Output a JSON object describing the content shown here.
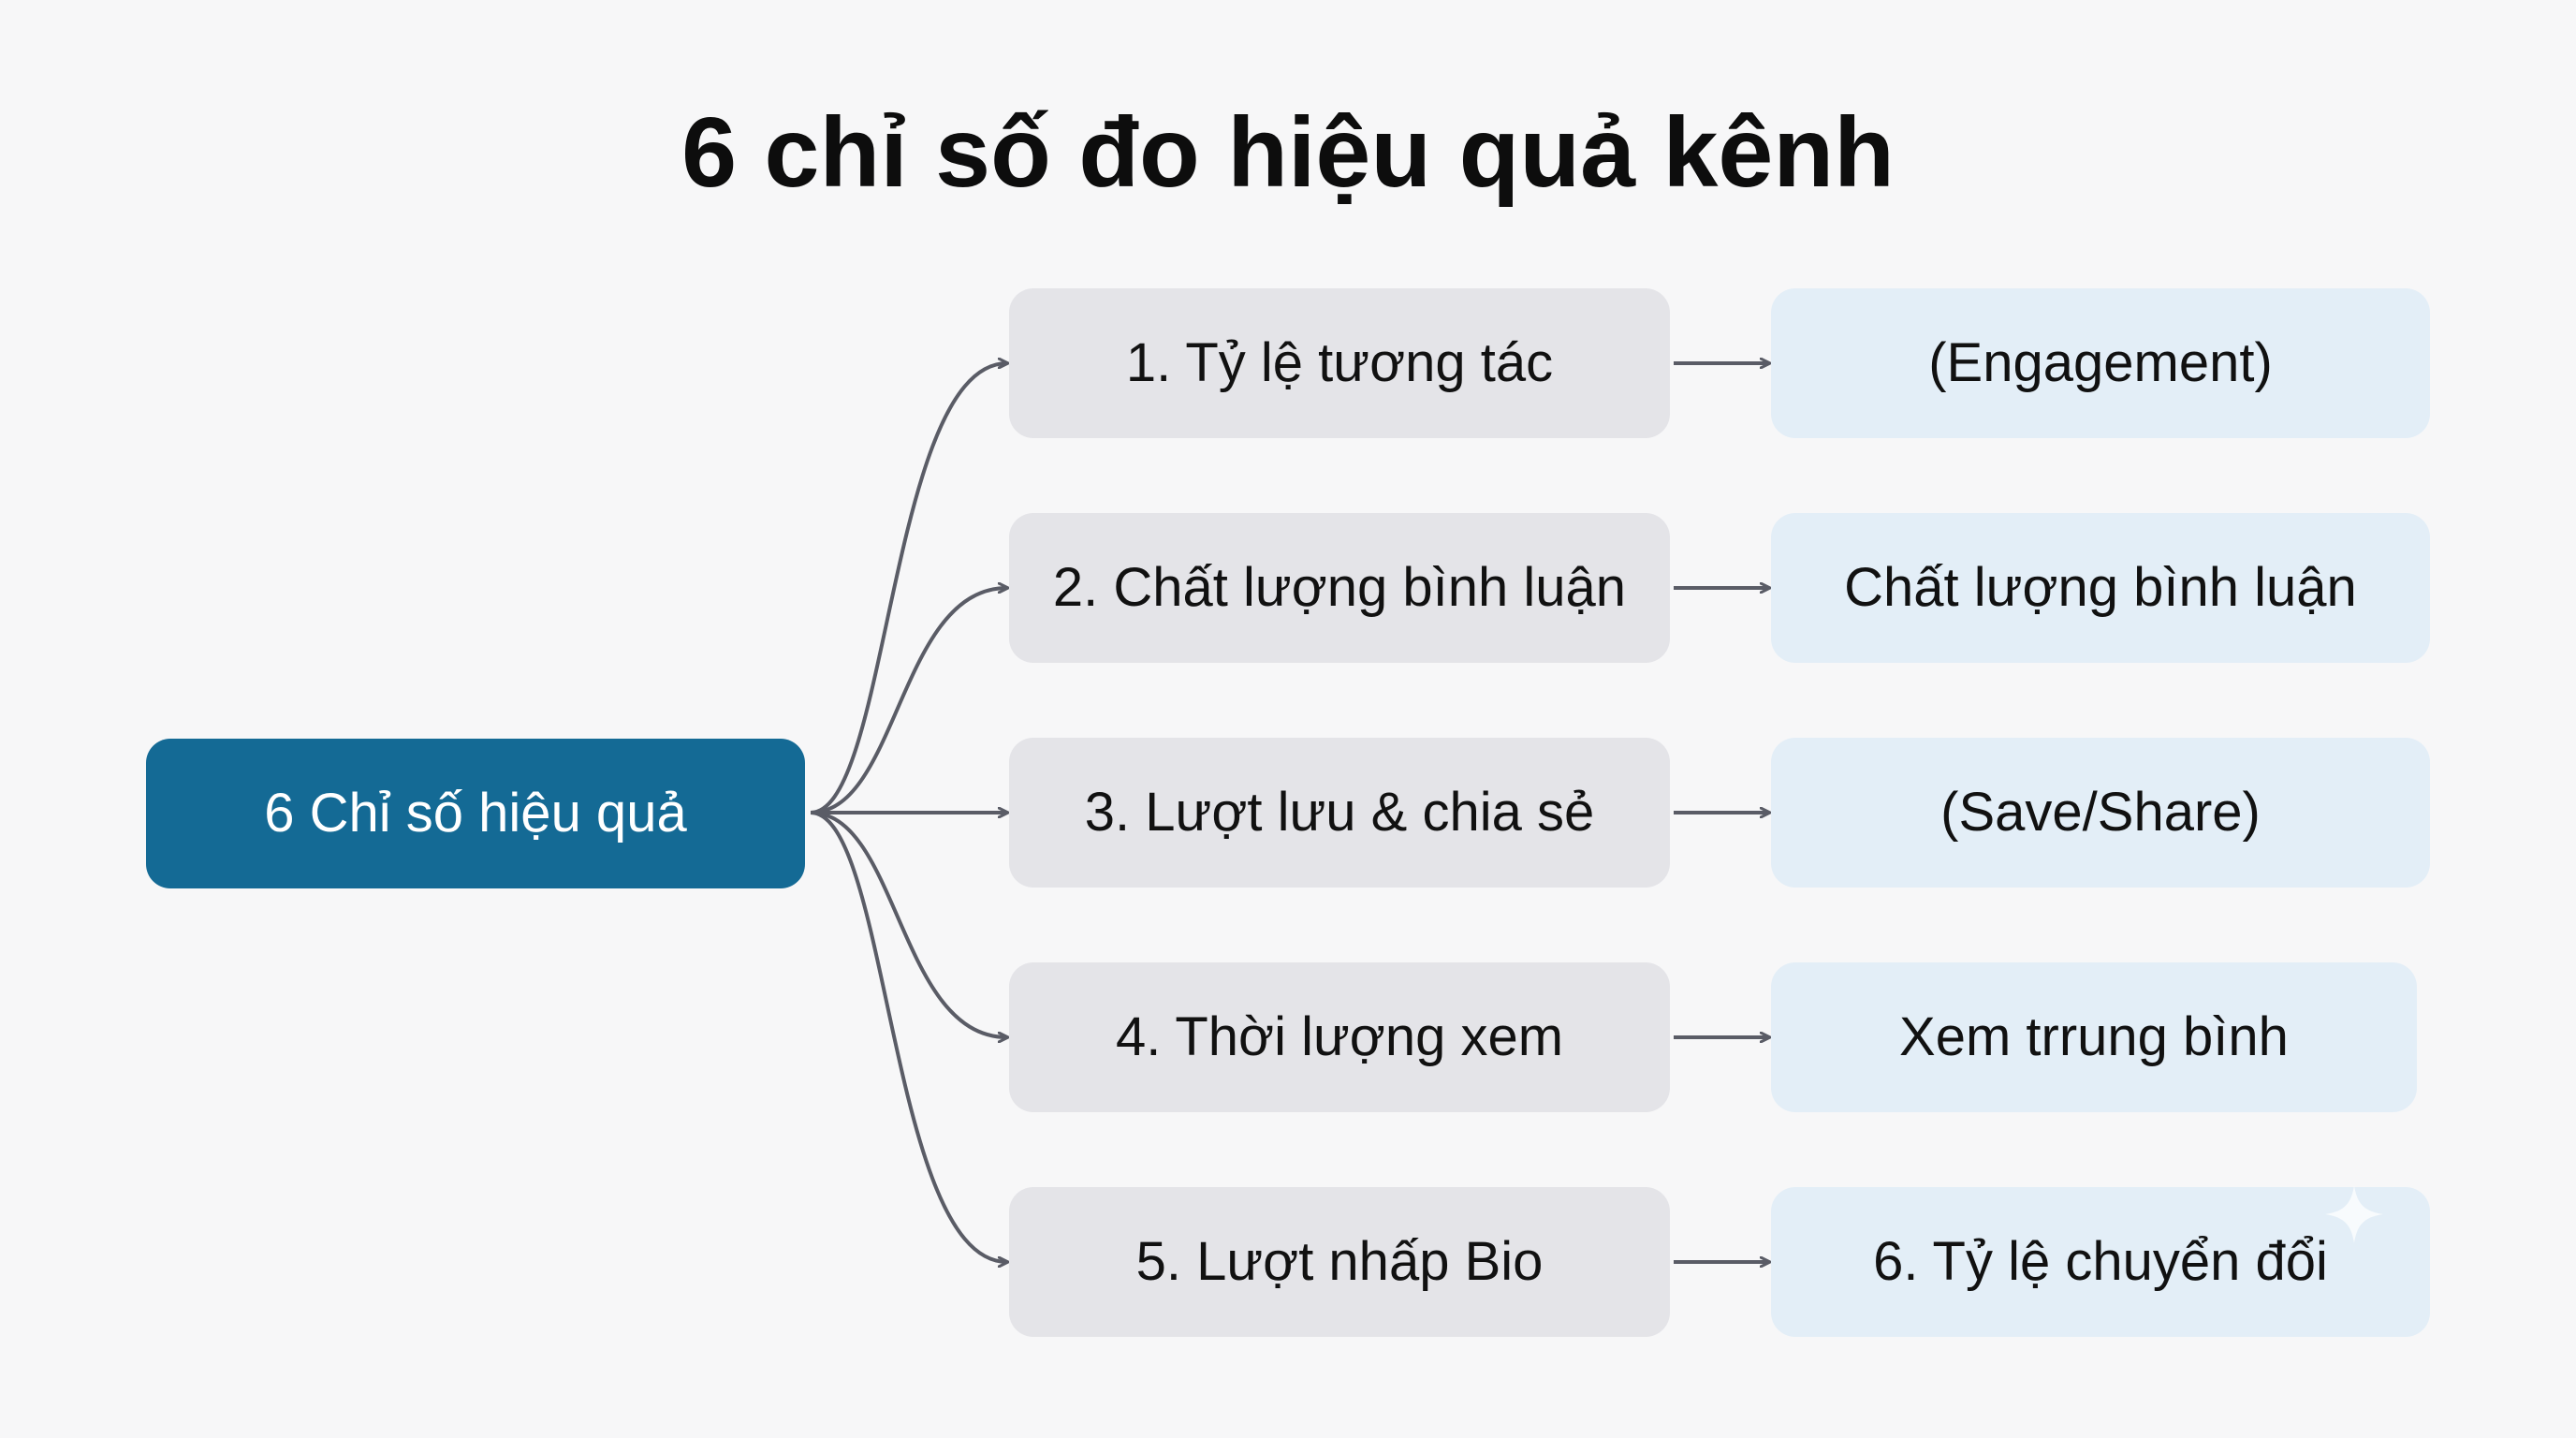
{
  "title": "6 chỉ số đo hiệu quả kênh",
  "root": {
    "label": "6 Chỉ số hiệu quả"
  },
  "branches": [
    {
      "left_label": "1. Tỷ lệ tương tác",
      "right_label": "(Engagement)"
    },
    {
      "left_label": "2. Chất lượng bình luận",
      "right_label": "Chất lượng bình luận"
    },
    {
      "left_label": "3. Lượt lưu & chia sẻ",
      "right_label": "(Save/Share)"
    },
    {
      "left_label": "4. Thời lượng xem",
      "right_label": "Xem trrung bình"
    },
    {
      "left_label": "5. Lượt nhấp Bio",
      "right_label": "6. Tỷ lệ chuyển đổi"
    }
  ],
  "colors": {
    "root_fill": "#146a95",
    "mid_fill": "#e4e4e8",
    "right_fill": "#e3eef7",
    "connector": "#5a5c66",
    "background": "#f7f7f8"
  },
  "icons": {
    "decoration": "sparkle-icon"
  }
}
